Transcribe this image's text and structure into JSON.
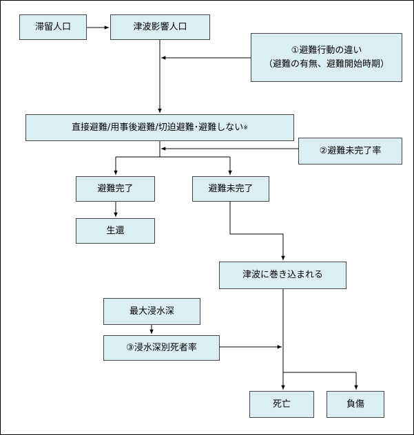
{
  "nodes": {
    "stranded": "滞留人口",
    "tsunami_affected": "津波影響人口",
    "factor1_line1": "①避難行動の違い",
    "factor1_line2": "（避難の有無、避難開始時期）",
    "evac_types": "直接避難/用事後避難/切迫避難･避難しない",
    "evac_types_note": "※",
    "factor2": "②避難未完了率",
    "evac_done": "避難完了",
    "evac_not_done": "避難未完了",
    "survive": "生還",
    "caught": "津波に巻き込まれる",
    "max_depth": "最大浸水深",
    "factor3": "③浸水深別死者率",
    "death": "死亡",
    "injury": "負傷"
  }
}
